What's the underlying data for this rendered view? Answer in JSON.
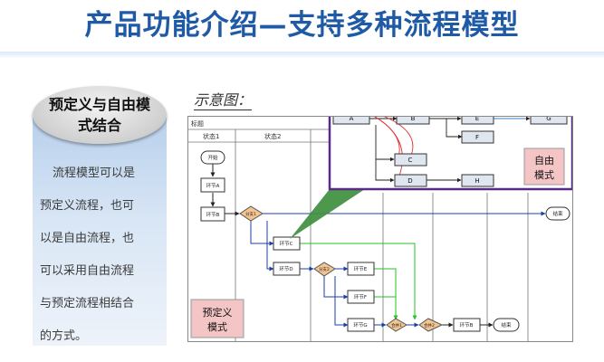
{
  "slide": {
    "title": "产品功能介绍—支持多种流程模型"
  },
  "left_panel": {
    "badge": "预定义与自由模\n式结合",
    "description_lines": [
      "流程模型可以是",
      "预定义流程，也可",
      "以是自由流程，也",
      "可以采用自由流程",
      "与预定流程相结合",
      "的方式。"
    ]
  },
  "diagram": {
    "caption": "示意图：",
    "header_label": "标题",
    "lanes": [
      "状态1",
      "状态2"
    ],
    "start_label": "开始",
    "end_labels": [
      "结束",
      "结束"
    ],
    "steps": [
      "环节A",
      "环节B",
      "环节C",
      "环节D",
      "环节E",
      "环节F",
      "环节G"
    ],
    "split_labels": [
      "分支1",
      "分支2"
    ],
    "merge_labels": [
      "合并1",
      "合并2"
    ],
    "predefined_label": "预定义\n模式",
    "free_label": "自由\n模式",
    "free_nodes": [
      "A",
      "B",
      "C",
      "D",
      "E",
      "F",
      "G",
      "H"
    ]
  },
  "colors": {
    "title": "#1f5aa6",
    "free_border": "#5b2a86",
    "zoom_cone": "#3f8f3f",
    "free_arrow": "#e03030",
    "blue_flow": "#1e3fa8",
    "green_flow": "#27c227"
  }
}
